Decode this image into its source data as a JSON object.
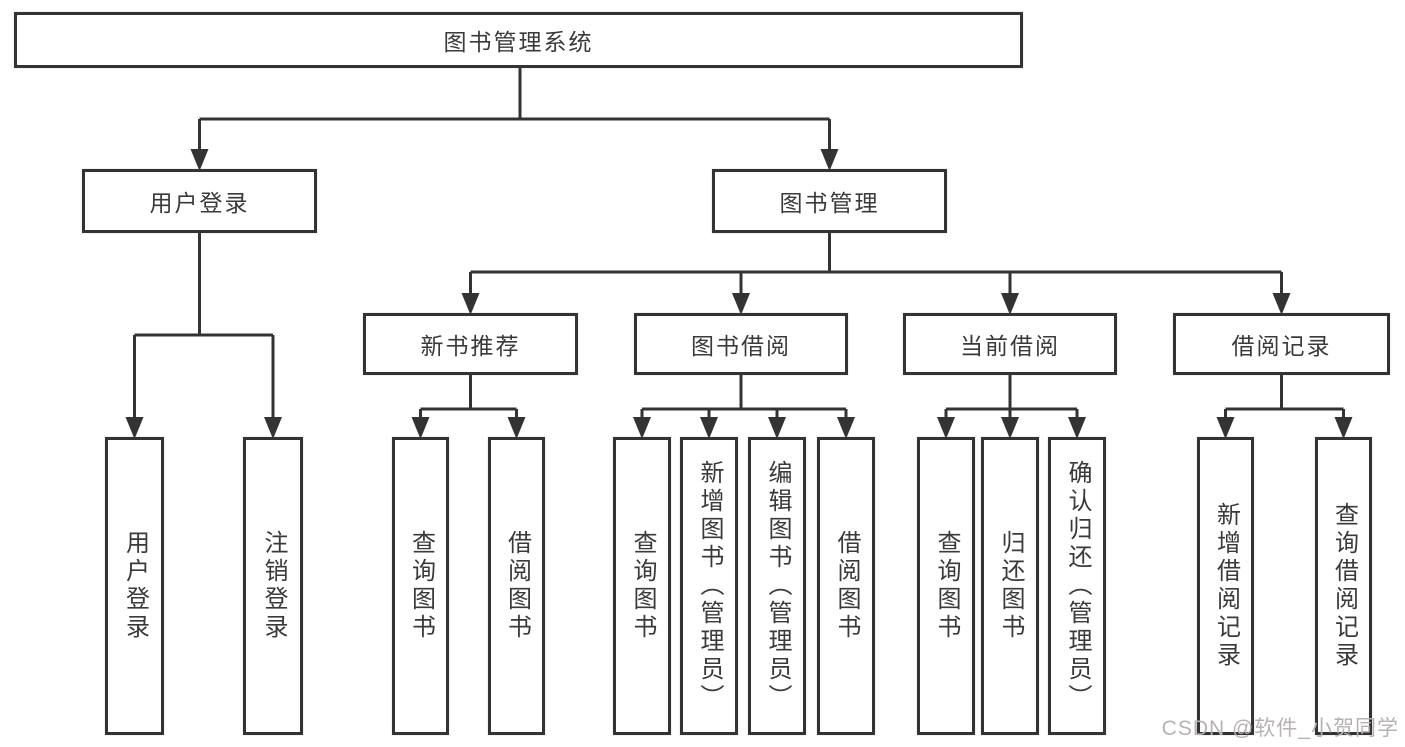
{
  "diagram": {
    "root": {
      "label": "图书管理系统"
    },
    "branches": [
      {
        "label": "用户登录",
        "leaves": [
          "用户登录",
          "注销登录"
        ]
      },
      {
        "label": "图书管理",
        "children": [
          {
            "label": "新书推荐",
            "leaves": [
              "查询图书",
              "借阅图书"
            ]
          },
          {
            "label": "图书借阅",
            "leaves": [
              "查询图书",
              "新增图书（管理员）",
              "编辑图书（管理员）",
              "借阅图书"
            ]
          },
          {
            "label": "当前借阅",
            "leaves": [
              "查询图书",
              "归还图书",
              "确认归还（管理员）"
            ]
          },
          {
            "label": "借阅记录",
            "leaves": [
              "新增借阅记录",
              "查询借阅记录"
            ]
          }
        ]
      }
    ],
    "watermark": "CSDN @软件_小贺同学",
    "colors": {
      "line": "#333333",
      "text": "#3a3a3a",
      "background": "#ffffff",
      "watermark": "#b7b2b2"
    }
  }
}
